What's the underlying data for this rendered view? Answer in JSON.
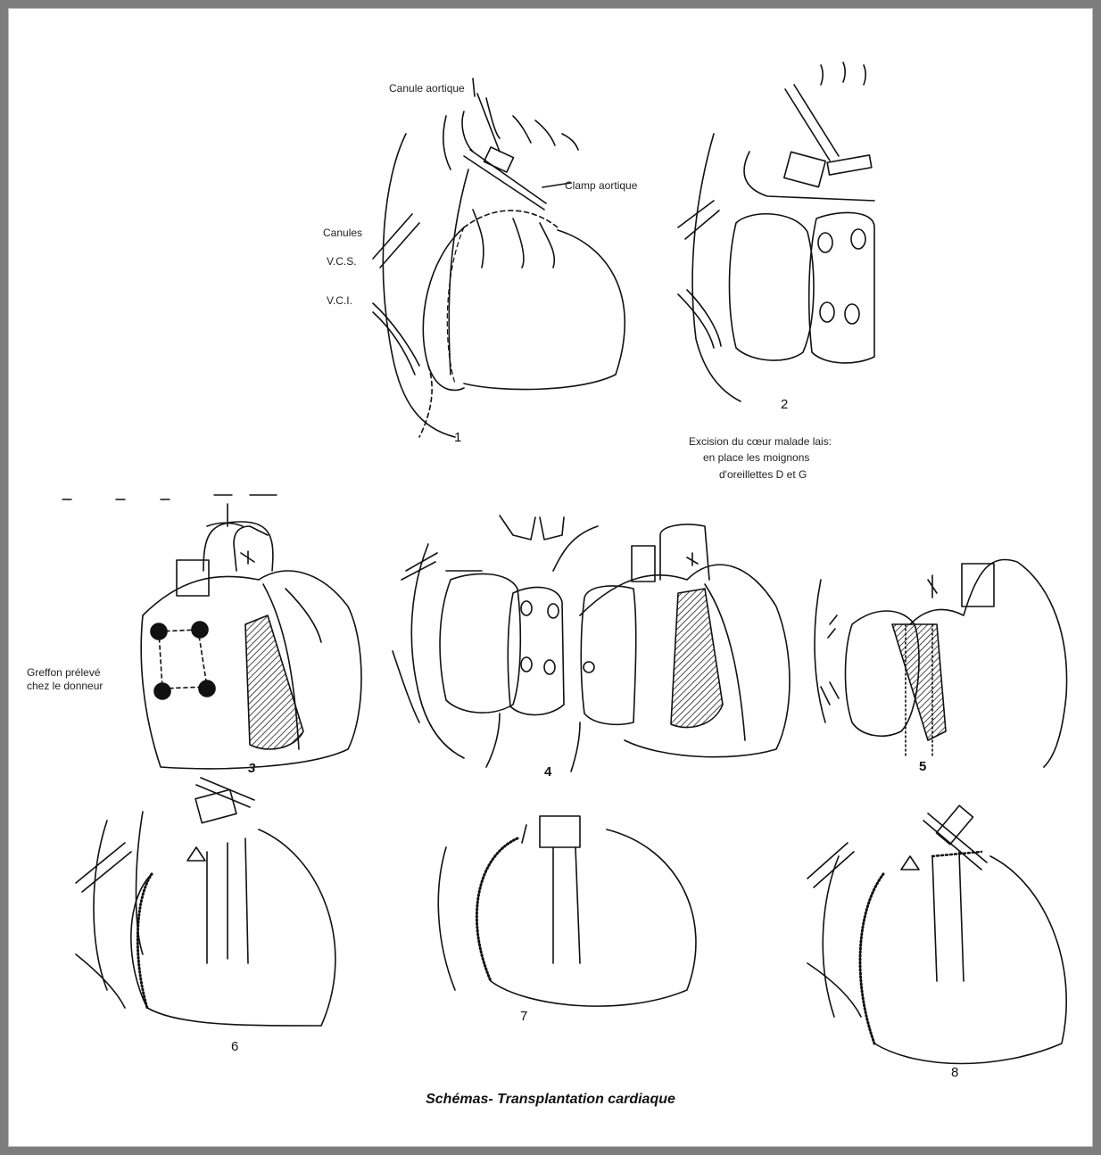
{
  "labels": {
    "canule_aortique": "Canule aortique",
    "clamp_aortique": "Clamp aortique",
    "canules": "Canules",
    "vcs": "V.C.S.",
    "vci": "V.C.I.",
    "excision_line1": "Excision du cœur malade lais:",
    "excision_line2": "en place les moignons",
    "excision_line3": "d'oreillettes D et G",
    "greffon_line1": "Greffon prélevé",
    "greffon_line2": "chez le donneur"
  },
  "step_numbers": [
    "1",
    "2",
    "3",
    "4",
    "5",
    "6",
    "7",
    "8"
  ],
  "caption": "Schémas- Transplantation cardiaque"
}
